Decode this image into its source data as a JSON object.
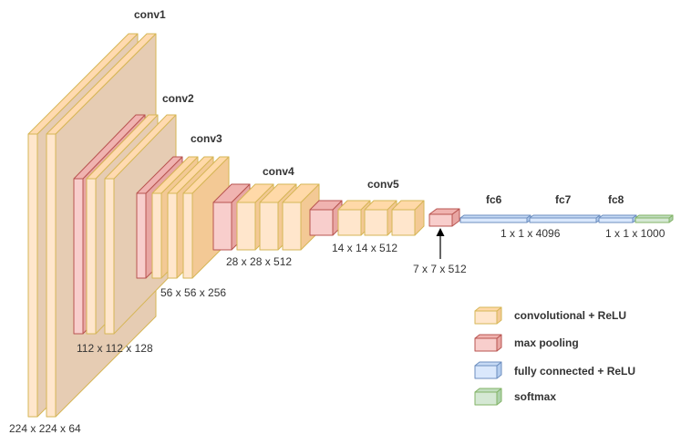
{
  "colors": {
    "conv": {
      "front": "#FFE6CC",
      "top": "#FFD9A8",
      "side": "#F3C995",
      "stroke": "#D6B656"
    },
    "conv_big": {
      "front": "#FFE6CC",
      "top": "#FFDAB0",
      "side": "#E6CCB3",
      "stroke": "#D6B656"
    },
    "pool": {
      "front": "#F8CECC",
      "top": "#F0B3B0",
      "side": "#E8A6A3",
      "stroke": "#B85450"
    },
    "fc": {
      "front": "#DAE8FC",
      "top": "#C6DAF5",
      "side": "#B3CCEE",
      "stroke": "#6C8EBF"
    },
    "softmax": {
      "front": "#D5E8D4",
      "top": "#C2DEC0",
      "side": "#ADD1AB",
      "stroke": "#82B366"
    }
  },
  "layers": {
    "conv1": {
      "title": "conv1",
      "dims": "224 x 224 x 64"
    },
    "conv2": {
      "title": "conv2",
      "dims": "112 x 112 x 128"
    },
    "conv3": {
      "title": "conv3",
      "dims": "56 x 56 x 256"
    },
    "conv4": {
      "title": "conv4",
      "dims": "28 x 28 x 512"
    },
    "conv5": {
      "title": "conv5",
      "dims": "14 x 14 x 512"
    },
    "pool5": {
      "dims": "7 x 7 x 512"
    },
    "fc6": {
      "title": "fc6"
    },
    "fc7": {
      "title": "fc7"
    },
    "fc8": {
      "title": "fc8"
    },
    "fc67_dims": "1 x 1 x 4096",
    "fc8_dims": "1 x 1 x 1000"
  },
  "legend": [
    {
      "label": "convolutional + ReLU",
      "kind": "conv"
    },
    {
      "label": "max pooling",
      "kind": "pool"
    },
    {
      "label": "fully connected + ReLU",
      "kind": "fc"
    },
    {
      "label": "softmax",
      "kind": "softmax"
    }
  ]
}
